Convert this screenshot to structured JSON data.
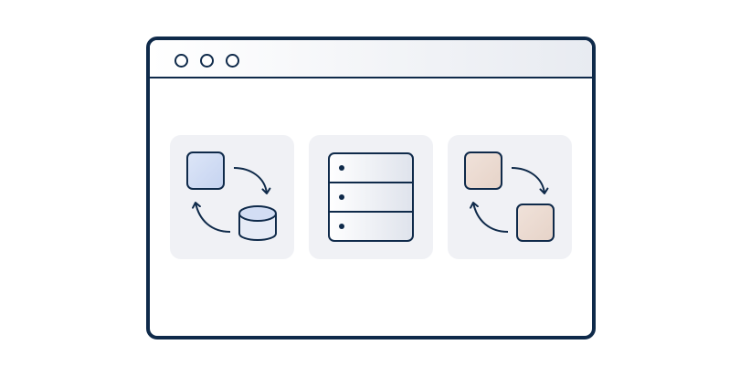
{
  "window": {
    "controls": [
      "window-dot",
      "window-dot",
      "window-dot"
    ]
  },
  "cards": [
    {
      "name": "sync-to-database",
      "icons": [
        "square-icon",
        "database-icon",
        "cycle-arrows-icon"
      ],
      "colors": {
        "square": "#d2ddf4",
        "database": "#d2ddf4"
      }
    },
    {
      "name": "server-rack",
      "icons": [
        "server-icon"
      ],
      "colors": {
        "server": "#e6e9f0"
      }
    },
    {
      "name": "sync-between-squares",
      "icons": [
        "square-icon",
        "square-icon",
        "cycle-arrows-icon"
      ],
      "colors": {
        "square": "#ecdcd3"
      }
    }
  ],
  "colors": {
    "stroke": "#0f2a4a",
    "card_bg": "#f0f1f5"
  }
}
